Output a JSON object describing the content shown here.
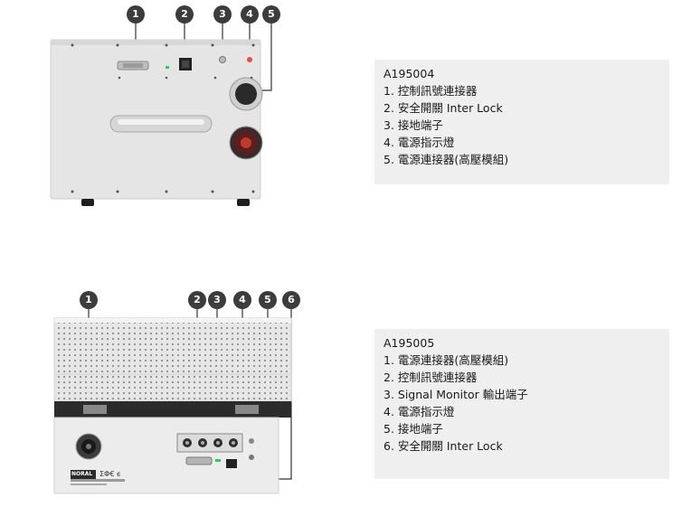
{
  "products": [
    {
      "model": "A195004",
      "items": [
        "1. 控制訊號連接器",
        "2. 安全開關 Inter Lock",
        "3. 接地端子",
        "4. 電源指示燈",
        "5. 電源連接器(高壓模組)"
      ],
      "callouts": [
        "1",
        "2",
        "3",
        "4",
        "5"
      ]
    },
    {
      "model": "A195005",
      "items": [
        "1. 電源連接器(高壓模組)",
        "2. 控制訊號連接器",
        "3. Signal Monitor 輸出端子",
        "4. 電源指示燈",
        "5. 接地端子",
        "6. 安全開關 Inter Lock"
      ],
      "callouts": [
        "1",
        "2",
        "3",
        "4",
        "5",
        "6"
      ],
      "label_logo": "NORAL",
      "label_marks": "ΣΦ€ ϵ"
    }
  ],
  "colors": {
    "badge": "#3c3c3c",
    "badge_text": "#ffffff",
    "panel_bg": "#efefef",
    "device_body": "#e3e3e3",
    "accent_red": "#c0392b"
  }
}
